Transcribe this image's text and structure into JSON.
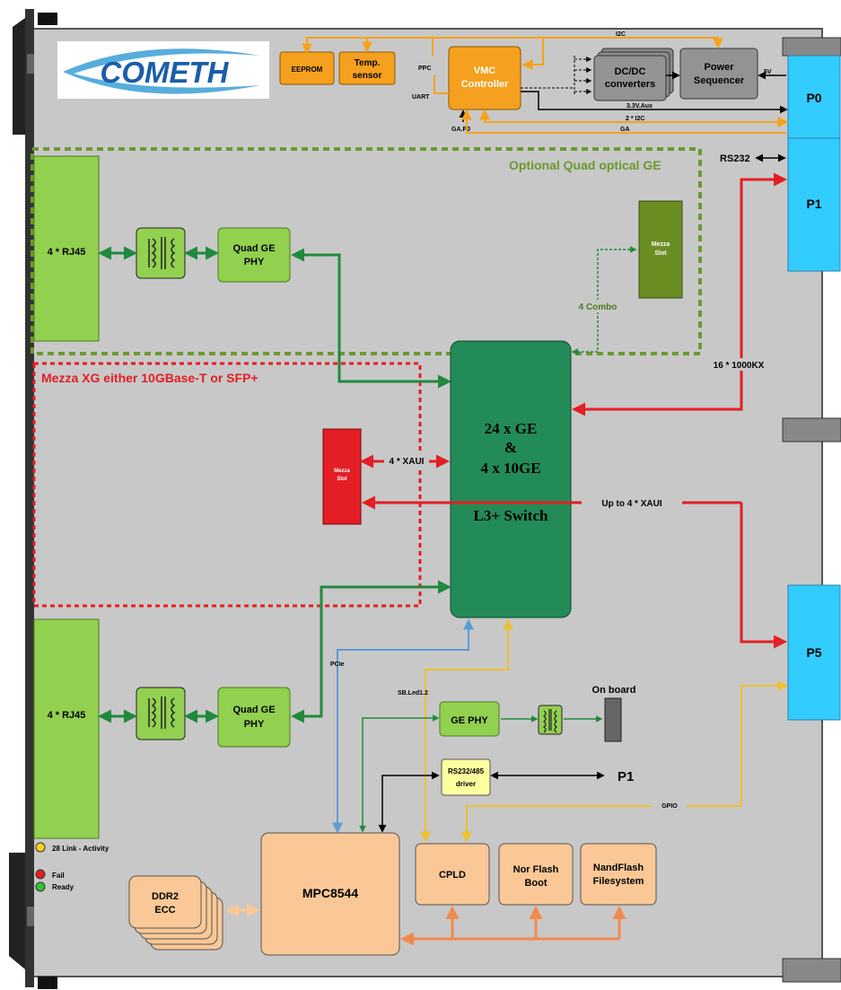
{
  "logo": {
    "text": "COMETH"
  },
  "blocks": {
    "eeprom": "EEPROM",
    "temp_sensor": [
      "Temp.",
      "sensor"
    ],
    "vmc_controller": [
      "VMC",
      "Controller"
    ],
    "dcdc": [
      "DC/DC",
      "converters"
    ],
    "power_sequencer": [
      "Power",
      "Sequencer"
    ],
    "rj45_top": "4 * RJ45",
    "rj45_bottom": "4 * RJ45",
    "quad_phy_top": [
      "Quad GE",
      "PHY"
    ],
    "quad_phy_bottom": [
      "Quad GE",
      "PHY"
    ],
    "mezza_slot_top": [
      "Mezza",
      "Slot"
    ],
    "mezza_slot_red": [
      "Mezza",
      "Slot"
    ],
    "switch": [
      "24 x GE",
      "&",
      "4 x 10GE",
      "L3+ Switch"
    ],
    "ge_phy": "GE PHY",
    "rs232_driver": [
      "RS232/485",
      "driver"
    ],
    "mpc": "MPC8544",
    "ddr2": [
      "DDR2",
      "ECC"
    ],
    "cpld": "CPLD",
    "nor_flash": [
      "Nor Flash",
      "Boot"
    ],
    "nand_flash": [
      "NandFlash",
      "Filesystem"
    ]
  },
  "connectors": {
    "p0": "P0",
    "p1": "P1",
    "p5": "P5"
  },
  "regions": {
    "optional_quad": "Optional Quad optical GE",
    "mezza_xg": "Mezza  XG either 10GBase-T or  SFP+"
  },
  "signals": {
    "i2c": "I2C",
    "ppc": "PPC",
    "uart": "UART",
    "ga_p0": "GA.P0",
    "v5": "5V",
    "aux": "3.3V.Aux",
    "i2c2": "2 * I2C",
    "ga": "GA",
    "rs232": "RS232",
    "combo": "4 Combo",
    "kx": "16 * 1000KX",
    "xaui4": "4 * XAUI",
    "upto_xaui": "Up to 4 * XAUI",
    "pcie": "PCIe",
    "sbled": "SB.Led1.2",
    "onboard": "On board",
    "p1_label": "P1",
    "gpio": "GPIO"
  },
  "leds": {
    "link_activity": "28 Link - Activity",
    "fail": "Fail",
    "ready": "Ready"
  },
  "colors": {
    "board": "#c8c8c8",
    "green_block": "#92d050",
    "dark_green": "#238b57",
    "orange": "#f5a01e",
    "peach": "#fac896",
    "connector_blue": "#33ccff",
    "red": "#e31e24",
    "arrow_green": "#1f8a3c",
    "arrow_orange": "#f7a11a",
    "arrow_yellow": "#f0c030",
    "arrow_blue": "#5b9bd5",
    "arrow_salmon": "#f08a4b"
  }
}
